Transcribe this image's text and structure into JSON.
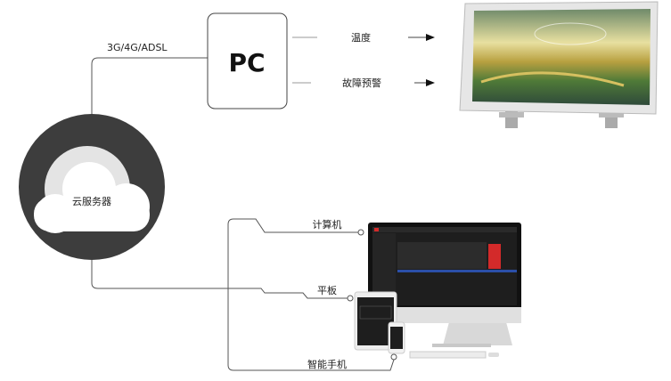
{
  "pc": {
    "label": "PC"
  },
  "cloud": {
    "label": "云服务器"
  },
  "link": {
    "label": "3G/4G/ADSL"
  },
  "outputs": [
    {
      "label": "温度"
    },
    {
      "label": "故障预警"
    }
  ],
  "clients": [
    {
      "label": "计算机"
    },
    {
      "label": "平板"
    },
    {
      "label": "智能手机"
    }
  ],
  "colors": {
    "circle": "#3d3d3d",
    "line": "#555555",
    "screen": "#1e1e1e",
    "highlight": "#2b4fa8",
    "alert": "#d32a2a"
  }
}
